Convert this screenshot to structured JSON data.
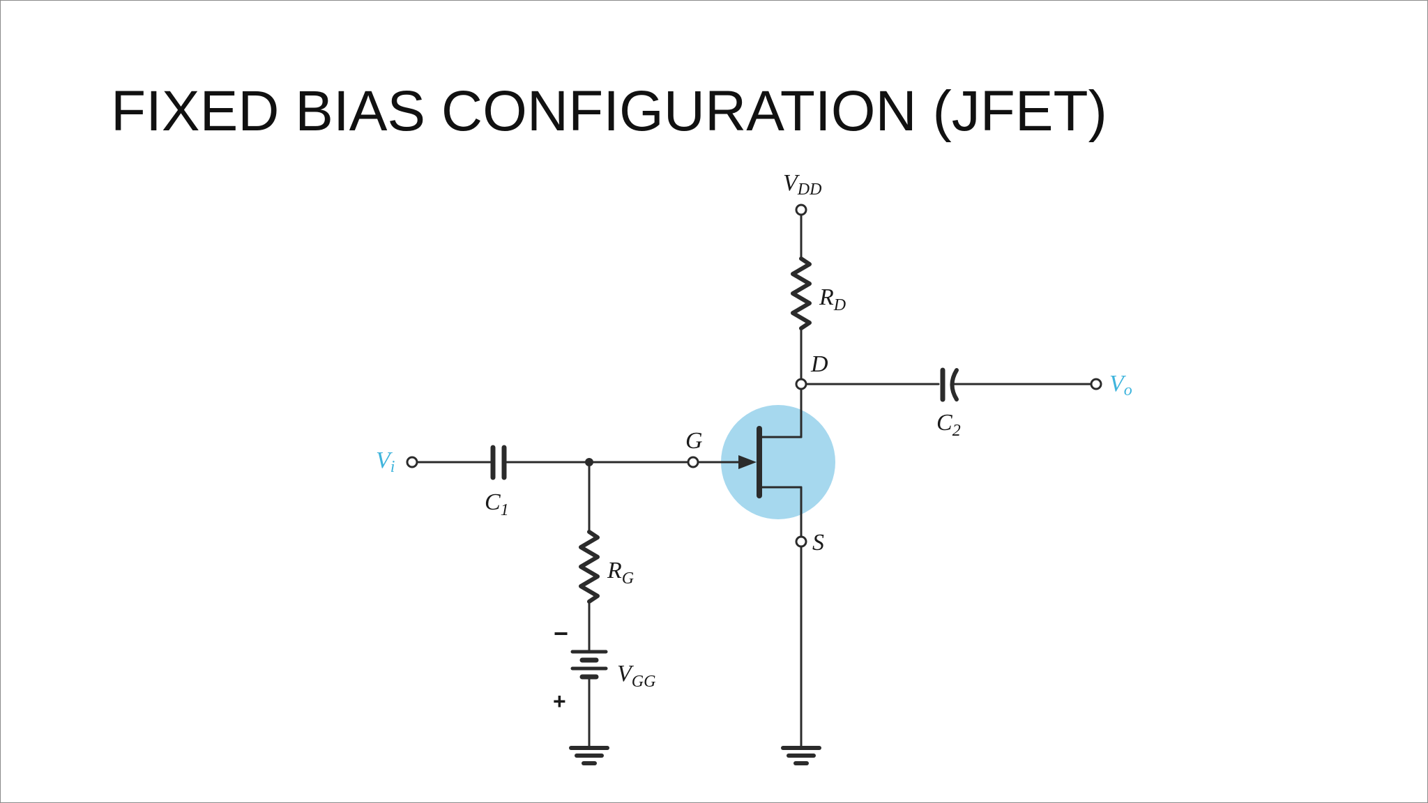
{
  "slide": {
    "title": "FIXED BIAS CONFIGURATION (JFET)"
  },
  "circuit": {
    "labels": {
      "vdd_main": "V",
      "vdd_sub": "DD",
      "rd_main": "R",
      "rd_sub": "D",
      "drain": "D",
      "gate": "G",
      "source": "S",
      "c1_main": "C",
      "c1_sub": "1",
      "c2_main": "C",
      "c2_sub": "2",
      "rg_main": "R",
      "rg_sub": "G",
      "vgg_main": "V",
      "vgg_sub": "GG",
      "vi_main": "V",
      "vi_sub": "i",
      "vo_main": "V",
      "vo_sub": "o",
      "minus": "−",
      "plus": "+"
    },
    "colors": {
      "wire": "#2b2b2b",
      "jfet_highlight": "#a6d8ee",
      "io_label": "#3fb4dc"
    }
  }
}
